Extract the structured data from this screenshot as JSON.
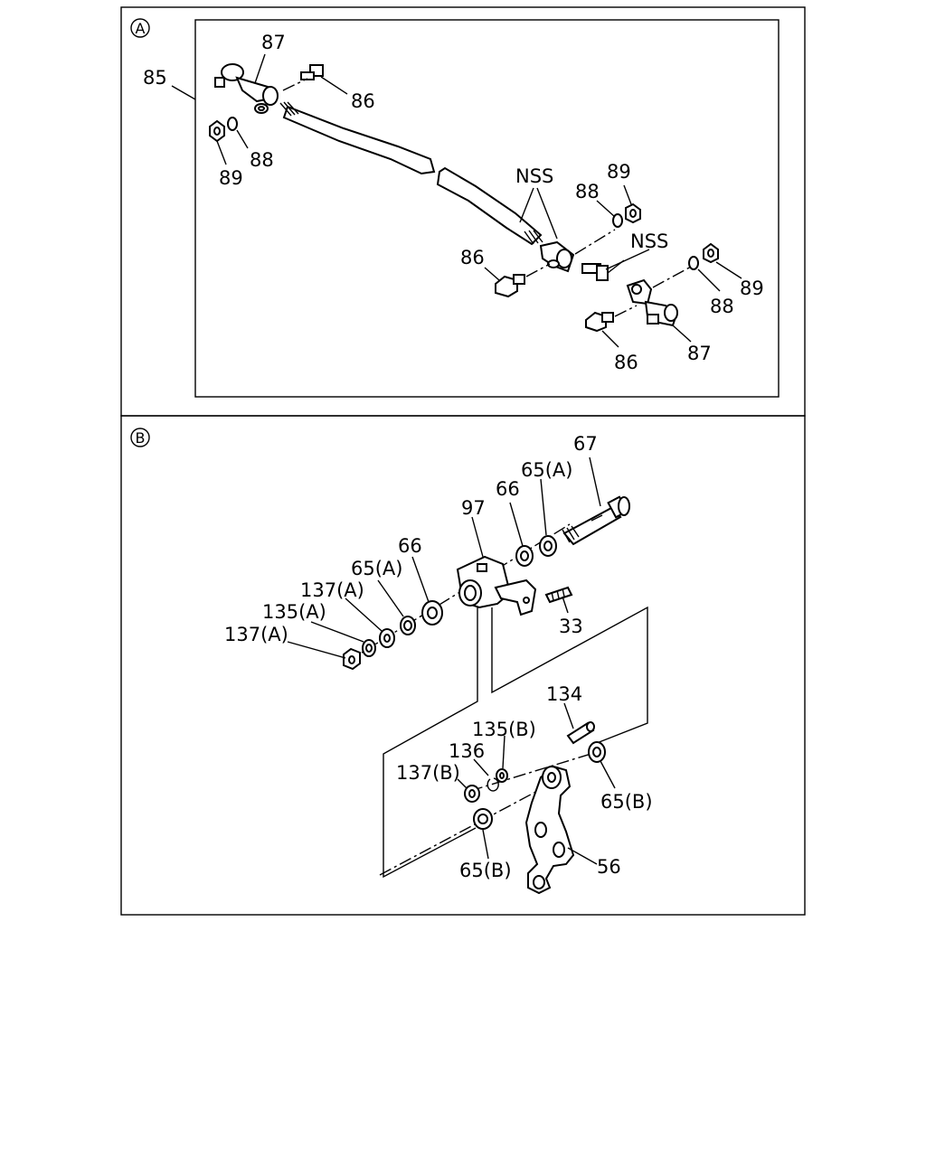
{
  "section_a": {
    "marker": "A",
    "labels": {
      "p85": "85",
      "p87_top": "87",
      "p86_top": "86",
      "p88_left": "88",
      "p89_left": "89",
      "nss_rod": "NSS",
      "p88_right": "88",
      "p89_right": "89",
      "nss_bolt": "NSS",
      "p86_mid": "86",
      "p89_far": "89",
      "p88_far": "88",
      "p86_bottom": "86",
      "p87_bottom": "87"
    }
  },
  "section_b": {
    "marker": "B",
    "labels": {
      "p67": "67",
      "p65a_top": "65(A)",
      "p66_right": "66",
      "p97": "97",
      "p66_left": "66",
      "p65a_left": "65(A)",
      "p137a_upper": "137(A)",
      "p135a": "135(A)",
      "p137a_lower": "137(A)",
      "p33": "33",
      "p134": "134",
      "p135b": "135(B)",
      "p136": "136",
      "p137b": "137(B)",
      "p65b_right": "65(B)",
      "p65b_bottom": "65(B)",
      "p56": "56"
    }
  }
}
